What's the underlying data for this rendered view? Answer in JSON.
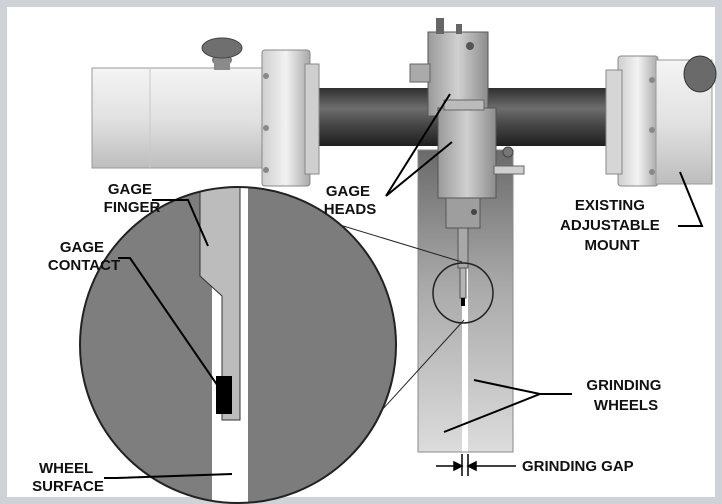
{
  "labels": {
    "gage_finger": [
      "GAGE",
      "FINGER"
    ],
    "gage_contact": [
      "GAGE",
      "CONTACT"
    ],
    "wheel_surface": [
      "WHEEL",
      "SURFACE"
    ],
    "gage_heads": [
      "GAGE",
      "HEADS"
    ],
    "existing_mount": [
      "EXISTING",
      "ADJUSTABLE",
      "MOUNT"
    ],
    "grinding_wheels": [
      "GRINDING",
      "WHEELS"
    ],
    "grinding_gap": "GRINDING GAP"
  },
  "colors": {
    "frame_border": "#c5c9ce",
    "background": "#ffffff",
    "shaft_dark": "#4a4a4a",
    "housing_light": "#e6e6e6",
    "magnifier_gray": "#8a8a8a",
    "contact_black": "#000000"
  }
}
